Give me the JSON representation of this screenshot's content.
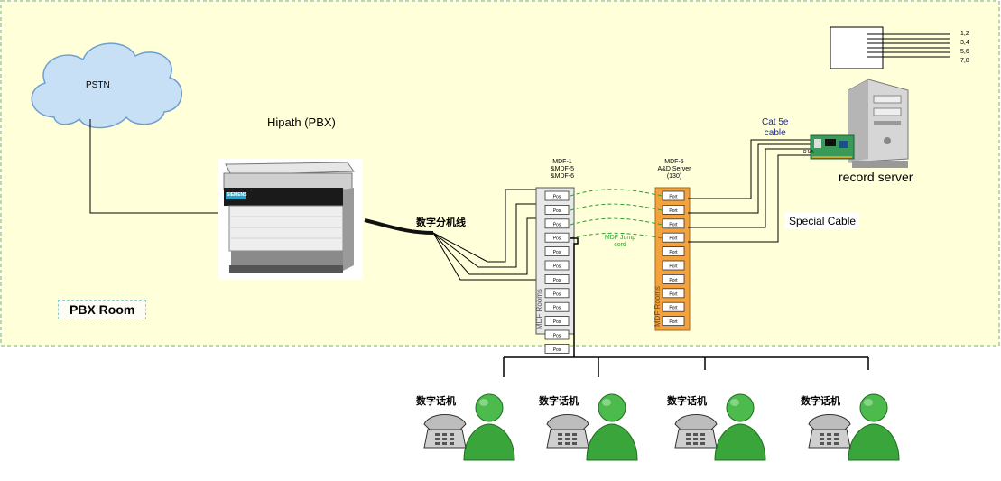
{
  "colors": {
    "room_fill": "#ffffd9",
    "room_border": "#b9d9a6",
    "cloud_fill": "#c8e0f6",
    "cloud_stroke": "#6f9fcf",
    "mdf1_fill": "#e8e8e8",
    "mdf5_fill": "#f4a23c",
    "jump_cord": "#2aa02a",
    "blue_text": "#1a2a9a",
    "person_green": "#3aa53a",
    "pbx_brand": "#27a4c8"
  },
  "room": {
    "label": "PBX Room"
  },
  "pstn": {
    "label": "PSTN",
    "icon": "cloud-icon"
  },
  "pbx": {
    "label": "Hipath (PBX)",
    "brand": "SIEMENS",
    "icon": "pbx-cabinet-icon"
  },
  "digital_line_label": "数字分机线",
  "mdf1": {
    "title_lines": [
      "MDF-1",
      "&MDF-5",
      "&MDF-6"
    ],
    "side_label": "MDF Rooms",
    "port_label": "Pos",
    "port_count": 12
  },
  "mdf5": {
    "title_lines": [
      "MDF-5",
      "A&D Server",
      "(130)"
    ],
    "side_label": "MDF Rooms",
    "port_label": "Port",
    "port_count": 10
  },
  "jump_cord_label": [
    "MDF Jump",
    "cord"
  ],
  "cat5e_label": [
    "Cat 5e",
    "cable"
  ],
  "special_cable_label": "Special Cable",
  "server": {
    "label": "record server",
    "icon": "server-tower-icon",
    "card_label": "RJ45"
  },
  "connector": {
    "pins": [
      "1,2",
      "3,4",
      "5,6",
      "7,8"
    ],
    "icon": "connector-block-icon"
  },
  "phones": [
    {
      "label": "数字话机",
      "icon": "phone-user-icon"
    },
    {
      "label": "数字话机",
      "icon": "phone-user-icon"
    },
    {
      "label": "数字话机",
      "icon": "phone-user-icon"
    },
    {
      "label": "数字话机",
      "icon": "phone-user-icon"
    }
  ]
}
